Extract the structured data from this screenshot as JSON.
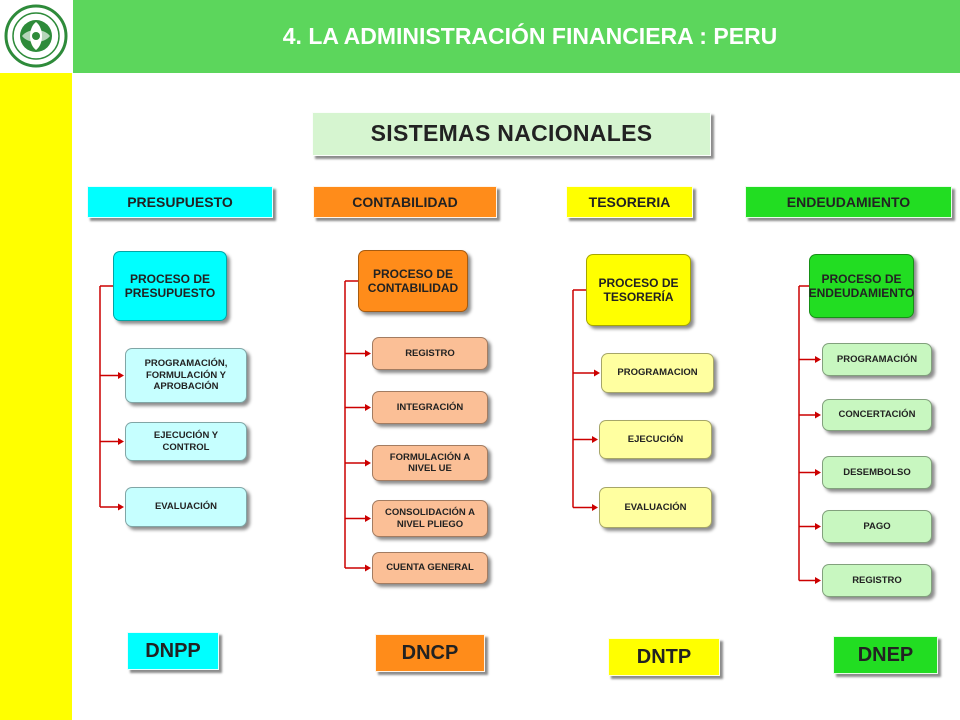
{
  "header": {
    "title": "4. LA ADMINISTRACIÓN FINANCIERA :  PERU",
    "logo_icon": "university-seal-icon"
  },
  "diagram": {
    "title": "SISTEMAS NACIONALES",
    "columns": [
      {
        "heading": "PRESUPUESTO",
        "heading_color": "#00ffff",
        "process_color": "#00ffff",
        "step_color": "#c6ffff",
        "process": "PROCESO DE PRESUPUESTO",
        "steps": [
          "PROGRAMACIÓN, FORMULACIÓN Y APROBACIÓN",
          "EJECUCIÓN Y CONTROL",
          "EVALUACIÓN"
        ],
        "agency": "DNPP"
      },
      {
        "heading": "CONTABILIDAD",
        "heading_color": "#ff8c1a",
        "process_color": "#ff8c1a",
        "step_color": "#fbbf96",
        "process": "PROCESO DE CONTABILIDAD",
        "steps": [
          "REGISTRO",
          "INTEGRACIÓN",
          "FORMULACIÓN A NIVEL UE",
          "CONSOLIDACIÓN A NIVEL PLIEGO",
          "CUENTA GENERAL"
        ],
        "agency": "DNCP"
      },
      {
        "heading": "TESORERIA",
        "heading_color": "#ffff00",
        "process_color": "#ffff00",
        "step_color": "#ffffa0",
        "process": "PROCESO DE TESORERÍA",
        "steps": [
          "PROGRAMACION",
          "EJECUCIÓN",
          "EVALUACIÓN"
        ],
        "agency": "DNTP"
      },
      {
        "heading": "ENDEUDAMIENTO",
        "heading_color": "#22dd22",
        "process_color": "#22dd22",
        "step_color": "#c8f7c0",
        "process": "PROCESO DE ENDEUDAMIENTO",
        "steps": [
          "PROGRAMACIÓN",
          "CONCERTACIÓN",
          "DESEMBOLSO",
          "PAGO",
          "REGISTRO"
        ],
        "agency": "DNEP"
      }
    ]
  },
  "colors": {
    "header_bg": "#5cd65c",
    "sidebar_bg": "#ffff00",
    "connector": "#cc0000"
  }
}
